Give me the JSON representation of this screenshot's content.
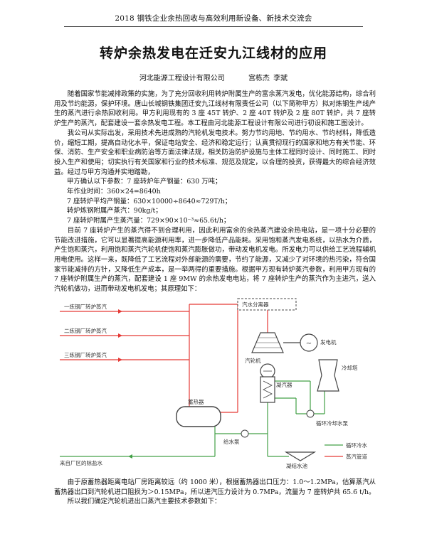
{
  "header": {
    "conference": "2018 钢铁企业余热回收与高效利用新设备、新技术交流会"
  },
  "title": "转炉余热发电在迁安九江线材的应用",
  "authors": {
    "company": "河北能源工程设计有限公司",
    "names": "宫栋杰 李斌"
  },
  "paragraphs": [
    "随着国家节能减排政策的实施，为了充分回收利用转炉附属生产的富余蒸汽发电，优化能源结构，综合利用及节约能源，保护环境。唐山长城钢铁集团迁安九江线材有限责任公司（以下简称甲方）拟对炼钢生产线产生的蒸汽进行余热回收利用。甲方利用现有的 3 座 45T 转炉、2 座 40T 转炉及 2 座 80T 转炉，共 7 座转炉生产的蒸汽，配套建设一套余热发电工程。本工程由河北能源工程设计有限公司进行初设和施工图设计。",
    "我公司从实际出发，采用技术先进成熟的汽轮机发电技术。努力节约用地、节约用水、节约材料，降低造价，缩短工期，提高自动化水平，保证电站安全、经济和稳定运行；认真贯彻现行的国家和地方有关节能、环保、消防、生产安全和职业病防治等方面法律法规，相关防治防护设施与主体工程同时设计、同时施工、同时投入生产和使用；切实执行有关国家和行业的技术标准、规范及规定，以合理的投资，获得最大的综合经济效益。经过与甲方沟通并实地踏勘，"
  ],
  "list": [
    "甲方确认以下参数：7 座转炉年产钢量：630 万吨；",
    "年作业时间：360×24=8640h",
    "7 座转炉平均产钢量：630×10000÷8640≈729T/h；",
    "转炉炼钢附属产蒸汽：90kg/t；",
    "7 座转炉附属产生蒸汽量：729×90×10⁻³≈65.6t/h；"
  ],
  "paragraph3": "目前 7 座转炉产生的蒸汽得不到合理利用，因此利用富余的余热蒸汽建设余热电站，是一项十分必要的节能改进措施，它可以显著提高能源利用率，进一步降低产品能耗。采用饱和蒸汽发电系统，以热水为介质，产生饱和蒸汽，利用饱和蒸汽汽轮机使饱和蒸汽膨胀做功，带动发电机发电。所发电力可以供给工艺流程辅机用电使用。这样一来，既降低了工艺流程对外部能源的需要，节约了能源，又减少了对环境的热污染，符合国家节能减排的方针，又降低生产成本，是一举两得的重要措施。根据甲方现有转炉蒸汽参数，利用甲方现有的 7 座转炉附属生产的蒸汽，配套建设 1 座 9MW 的余热发电电站，将 7 座转炉生产的蒸汽作为主进汽，送入汽轮机做功，进而带动发电机发电；其原理如下：",
  "diagram": {
    "labels": {
      "steam1": "一炼钢厂转炉蒸汽",
      "steam2": "二炼钢厂转炉蒸汽",
      "steam3": "三炼钢厂转炉蒸汽",
      "header": "汽水分离器",
      "turbine": "汽轮机",
      "generator": "发电机",
      "cooling_tower": "冷却塔",
      "accumulator": "蓄热器",
      "condenser": "凝汽器",
      "cooling_pump": "循环冷却水泵",
      "feed_pump": "给水泵",
      "supply": "来自厂区的除盐水",
      "tank": "凝结水池",
      "legend_water": "循环冷水",
      "legend_steam": "蒸汽管道"
    },
    "colors": {
      "steam": "#e53935",
      "water": "#43a047",
      "equipment": "#444444"
    }
  },
  "bottom_paragraphs": [
    "由于原蓄热器距离电站厂房距离较远（约 1000 米），根据蓄热器出口压力：1.0～1.2MPa，估算蒸汽从蓄热器出口到汽轮机进口阻损为＞0.15MPa，所以进汽压力设计为 0.7MPa，流量为 7 座转炉共 65.6 t/h。",
    "所以我们确定汽轮机进出口蒸汽主要技术参数如下："
  ]
}
